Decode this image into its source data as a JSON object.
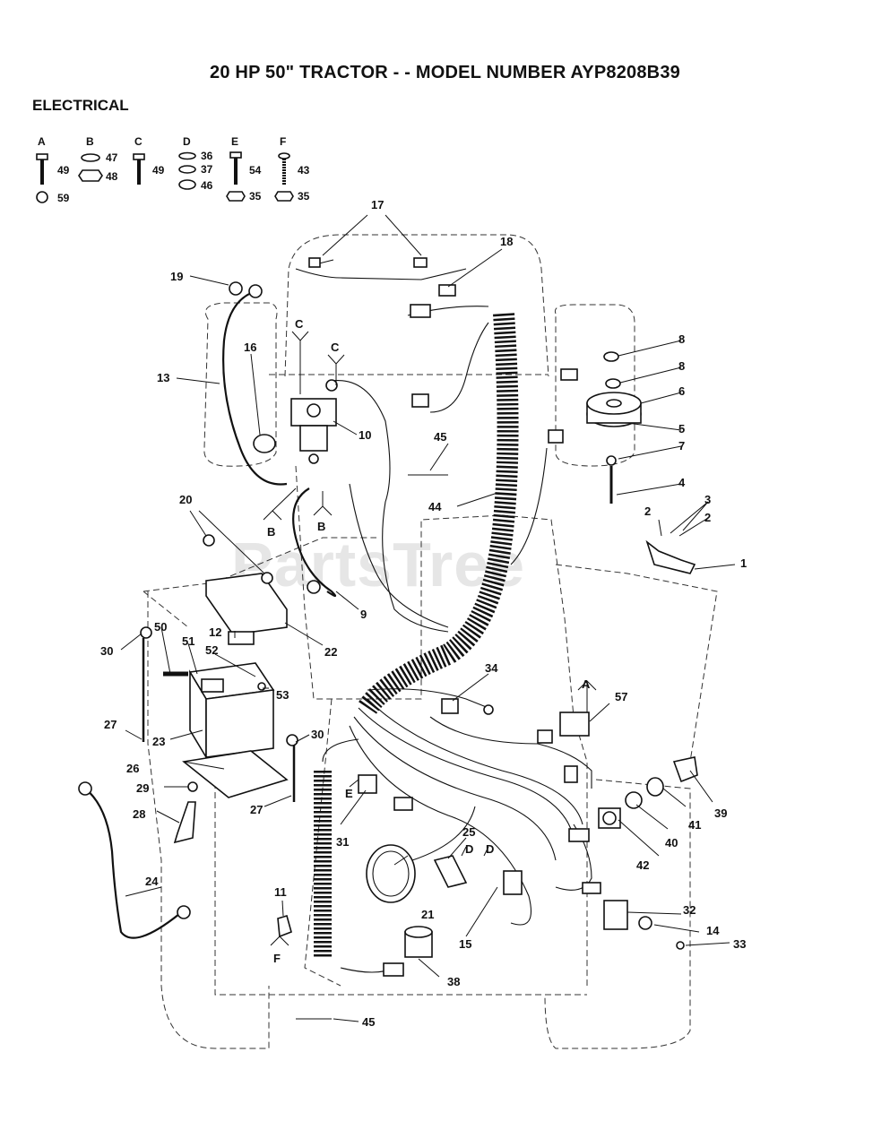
{
  "title": "20 HP 50\" TRACTOR - - MODEL NUMBER AYP8208B39",
  "section": "ELECTRICAL",
  "watermark": "PartsTree",
  "hardware_key": [
    {
      "letter": "A",
      "parts": [
        "49",
        "59"
      ]
    },
    {
      "letter": "B",
      "parts": [
        "47",
        "48"
      ]
    },
    {
      "letter": "C",
      "parts": [
        "49"
      ]
    },
    {
      "letter": "D",
      "parts": [
        "36",
        "37",
        "46"
      ]
    },
    {
      "letter": "E",
      "parts": [
        "54",
        "35"
      ]
    },
    {
      "letter": "F",
      "parts": [
        "43",
        "35"
      ]
    }
  ],
  "callouts": [
    "1",
    "2",
    "2",
    "3",
    "4",
    "5",
    "6",
    "7",
    "8",
    "8",
    "9",
    "10",
    "11",
    "12",
    "13",
    "14",
    "15",
    "16",
    "17",
    "18",
    "19",
    "20",
    "21",
    "22",
    "23",
    "24",
    "25",
    "26",
    "27",
    "27",
    "28",
    "29",
    "30",
    "30",
    "31",
    "32",
    "33",
    "34",
    "38",
    "39",
    "40",
    "41",
    "42",
    "44",
    "45",
    "45",
    "50",
    "51",
    "52",
    "53",
    "57"
  ],
  "ref_letters": [
    "C",
    "C",
    "B",
    "B",
    "A",
    "E",
    "F",
    "D",
    "D"
  ]
}
